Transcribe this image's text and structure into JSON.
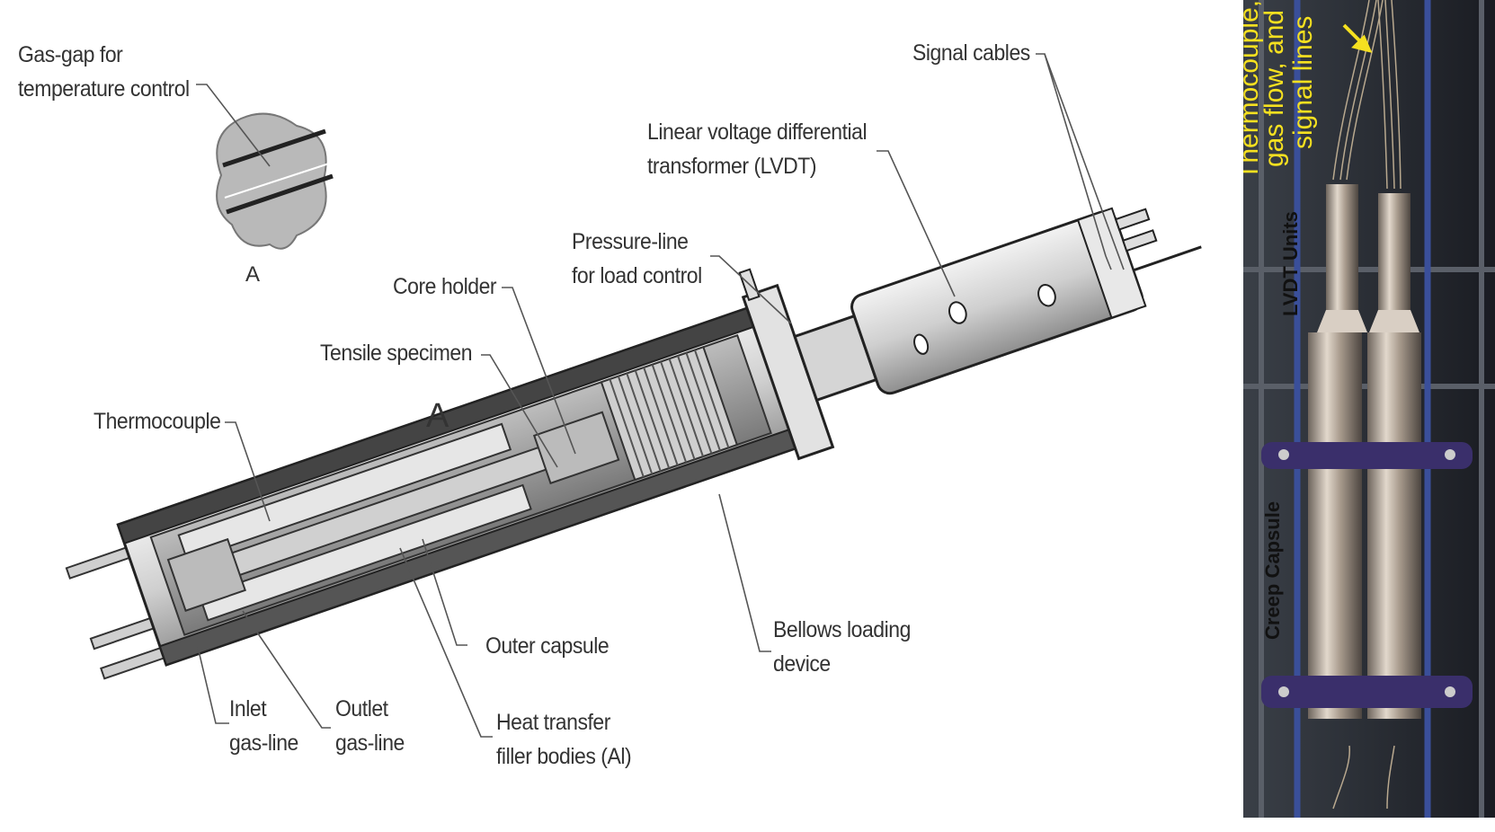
{
  "diagram": {
    "detail_label": "A",
    "section_label": "A",
    "labels": {
      "gas_gap": [
        "Gas-gap for",
        "temperature control"
      ],
      "signal_cables": "Signal cables",
      "lvdt": [
        "Linear voltage differential",
        "transformer (LVDT)"
      ],
      "pressure_line": [
        "Pressure-line",
        "for load control"
      ],
      "core_holder": "Core holder",
      "tensile_specimen": "Tensile specimen",
      "thermocouple": "Thermocouple",
      "outer_capsule": "Outer capsule",
      "bellows": [
        "Bellows loading",
        "device"
      ],
      "inlet": [
        "Inlet",
        "gas-line"
      ],
      "outlet": [
        "Outlet",
        "gas-line"
      ],
      "heat_transfer": [
        "Heat transfer",
        "filler bodies (Al)"
      ]
    }
  },
  "photo": {
    "thermocouple_note": [
      "Thermocouple,",
      "gas flow, and",
      "signal lines"
    ],
    "lvdt_units": "LVDT Units",
    "creep_capsule": "Creep Capsule"
  },
  "colors": {
    "note_yellow": "#f5e020",
    "frame_purple": "#3a2f6b",
    "capsule_gray": "#d9d9d9"
  }
}
